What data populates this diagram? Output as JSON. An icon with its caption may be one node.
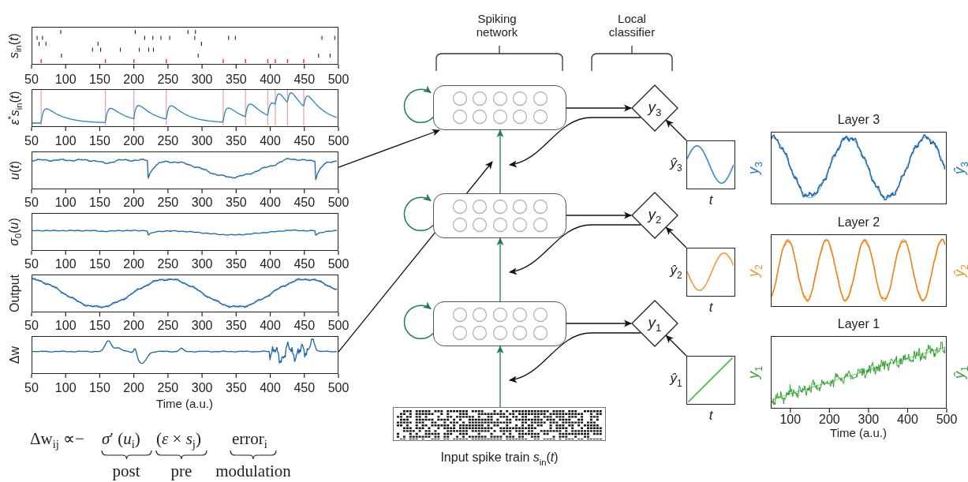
{
  "diagram": {
    "nodes": [
      {
        "text": [],
        "shape": "picture",
        "beside": [
          "*s*$_{in}$(*t*)"
        ]
      },
      {
        "text": [],
        "shape": "picture",
        "beside": [
          "*ε*$^{*}$*s*$_{in}$(*t*)"
        ]
      },
      {
        "text": [],
        "shape": "picture",
        "beside": [
          "*u*(*t*)"
        ]
      },
      {
        "text": [],
        "shape": "picture",
        "beside": [
          "*σ*$_{0}$(*u*)"
        ]
      },
      {
        "text": [],
        "shape": "picture",
        "beside": [
          "Output"
        ]
      },
      {
        "text": [],
        "shape": "picture",
        "beside": [
          "Δw"
        ]
      },
      {
        "text": [],
        "shape": "box"
      },
      {
        "text": [],
        "shape": "box"
      },
      {
        "text": [],
        "shape": "box"
      },
      {
        "text": [
          "*y*$_{3}$"
        ]
      },
      {
        "text": [
          "*y*$_{2}$"
        ]
      },
      {
        "text": [
          "*y*$_{1}$"
        ]
      },
      {
        "text": [],
        "shape": "picture",
        "beside": [
          "*ŷ*$_{3}$",
          "*t*"
        ]
      },
      {
        "text": [],
        "shape": "picture",
        "beside": [
          "*ŷ*$_{2}$",
          "*t*"
        ]
      },
      {
        "text": [],
        "shape": "picture",
        "beside": [
          "*ŷ*$_{1}$",
          "*t*"
        ]
      },
      {
        "text": [],
        "shape": "picture",
        "beside": [
          "Input spike train *s*$_{in}$(*t*)"
        ]
      },
      {
        "text": [
          "Layer 3"
        ],
        "beside": [
          "*y*$_{3}$",
          "*ŷ*$_{3}$"
        ]
      },
      {
        "text": [
          "Layer 2"
        ],
        "beside": [
          "*y*$_{2}$",
          "*ŷ*$_{2}$"
        ]
      },
      {
        "text": [
          "Layer 1"
        ],
        "beside": [
          "*y*$_{1}$",
          "*ŷ*$_{1}$"
        ]
      }
    ],
    "edges": [
      {
        "from": 2,
        "to": 6,
        "arrow": "to"
      },
      {
        "from": 5,
        "to": null,
        "arrow": "to"
      },
      {
        "from": 6,
        "to": 6,
        "arrow": "to",
        "color": "#1b7f4e"
      },
      {
        "from": 7,
        "to": 7,
        "arrow": "to",
        "color": "#1b7f4e"
      },
      {
        "from": 8,
        "to": 8,
        "arrow": "to",
        "color": "#1b7f4e"
      },
      {
        "from": 6,
        "to": 9,
        "arrow": "to"
      },
      {
        "from": 7,
        "to": 10,
        "arrow": "to"
      },
      {
        "from": 8,
        "to": 11,
        "arrow": "to"
      },
      {
        "from": 9,
        "to": null,
        "arrow": "to"
      },
      {
        "from": 10,
        "to": null,
        "arrow": "to"
      },
      {
        "from": 11,
        "to": null,
        "arrow": "to"
      },
      {
        "from": 12,
        "to": 9,
        "arrow": "to"
      },
      {
        "from": 13,
        "to": 10,
        "arrow": "to"
      },
      {
        "from": 14,
        "to": 11,
        "arrow": "to"
      },
      {
        "from": 15,
        "to": 8,
        "arrow": "to",
        "color": "#1b7f4e"
      },
      {
        "from": 8,
        "to": 7,
        "arrow": "to",
        "color": "#1b7f4e"
      },
      {
        "from": 7,
        "to": 6,
        "arrow": "to",
        "color": "#1b7f4e"
      }
    ],
    "labels": [
      "Spiking network",
      "Local classifier",
      "50",
      "100",
      "150",
      "200",
      "250",
      "300",
      "350",
      "400",
      "450",
      "500",
      "50",
      "100",
      "150",
      "200",
      "250",
      "300",
      "350",
      "400",
      "450",
      "500",
      "50",
      "100",
      "150",
      "200",
      "250",
      "300",
      "350",
      "400",
      "450",
      "500",
      "50",
      "100",
      "150",
      "200",
      "250",
      "300",
      "350",
      "400",
      "450",
      "500",
      "50",
      "100",
      "150",
      "200",
      "250",
      "300",
      "350",
      "400",
      "450",
      "500",
      "50",
      "100",
      "150",
      "200",
      "250",
      "300",
      "350",
      "400",
      "450",
      "500",
      "Time (a.u.)",
      "100",
      "200",
      "300",
      "400",
      "500",
      "Time (a.u.)",
      "Δw$_{ij}$ ∝−",
      "*σ*′ (*u*$_{i}$)",
      "(*ε* × *s*$_{j}$)",
      "error$_{i}$",
      "post",
      "pre",
      "modulation"
    ]
  }
}
